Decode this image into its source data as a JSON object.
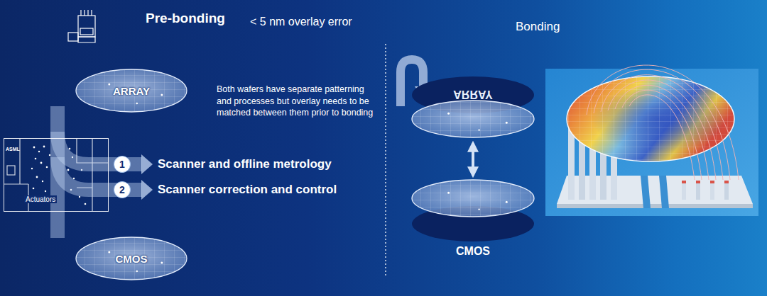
{
  "diagram": {
    "nodes": [
      {
        "text": [
          "ARRAY"
        ]
      },
      {
        "text": [
          "ASML",
          "Actuators"
        ]
      },
      {
        "text": [
          "1"
        ]
      },
      {
        "text": [
          "2"
        ]
      },
      {
        "text": [
          "CMOS"
        ]
      },
      {
        "text": [
          "ARRAY"
        ]
      },
      {
        "text": [
          "CMOS"
        ]
      }
    ],
    "edges": [
      {
        "from": 5,
        "to": 6,
        "arrow": "both"
      }
    ],
    "labels": [
      "Pre-bonding",
      "< 5 nm overlay error",
      "Both wafers have separate patterning and processes but overlay needs to be matched between them prior to bonding",
      "Scanner and offline metrology",
      "Scanner correction and control",
      "Bonding"
    ]
  }
}
